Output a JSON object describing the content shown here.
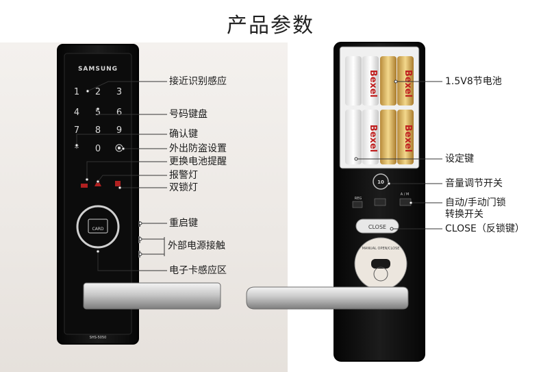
{
  "title": "产品参数",
  "front": {
    "brand": "SAMSUNG",
    "keys": [
      "1",
      "2",
      "3",
      "4",
      "5",
      "6",
      "7",
      "8",
      "9",
      "*",
      "0"
    ],
    "card_text": "CARD",
    "model": "SHS-5050"
  },
  "back": {
    "battery_brand": "Bexel",
    "close_label": "CLOSE",
    "switch_labels": [
      "REG",
      "A / M"
    ],
    "volume_mark": "10",
    "manual_label": "MANUAL OPEN/CLOSE"
  },
  "left_callouts": [
    "接近识别感应",
    "号码键盘",
    "确认键",
    "外出防盗设置",
    "更换电池提醒",
    "报警灯",
    "双锁灯",
    "重启键",
    "外部电源接触",
    "电子卡感应区"
  ],
  "right_callouts": [
    "1.5V8节电池",
    "设定键",
    "音量调节开关",
    "自动/手动门锁",
    "转换开关",
    "CLOSE（反锁键）"
  ]
}
